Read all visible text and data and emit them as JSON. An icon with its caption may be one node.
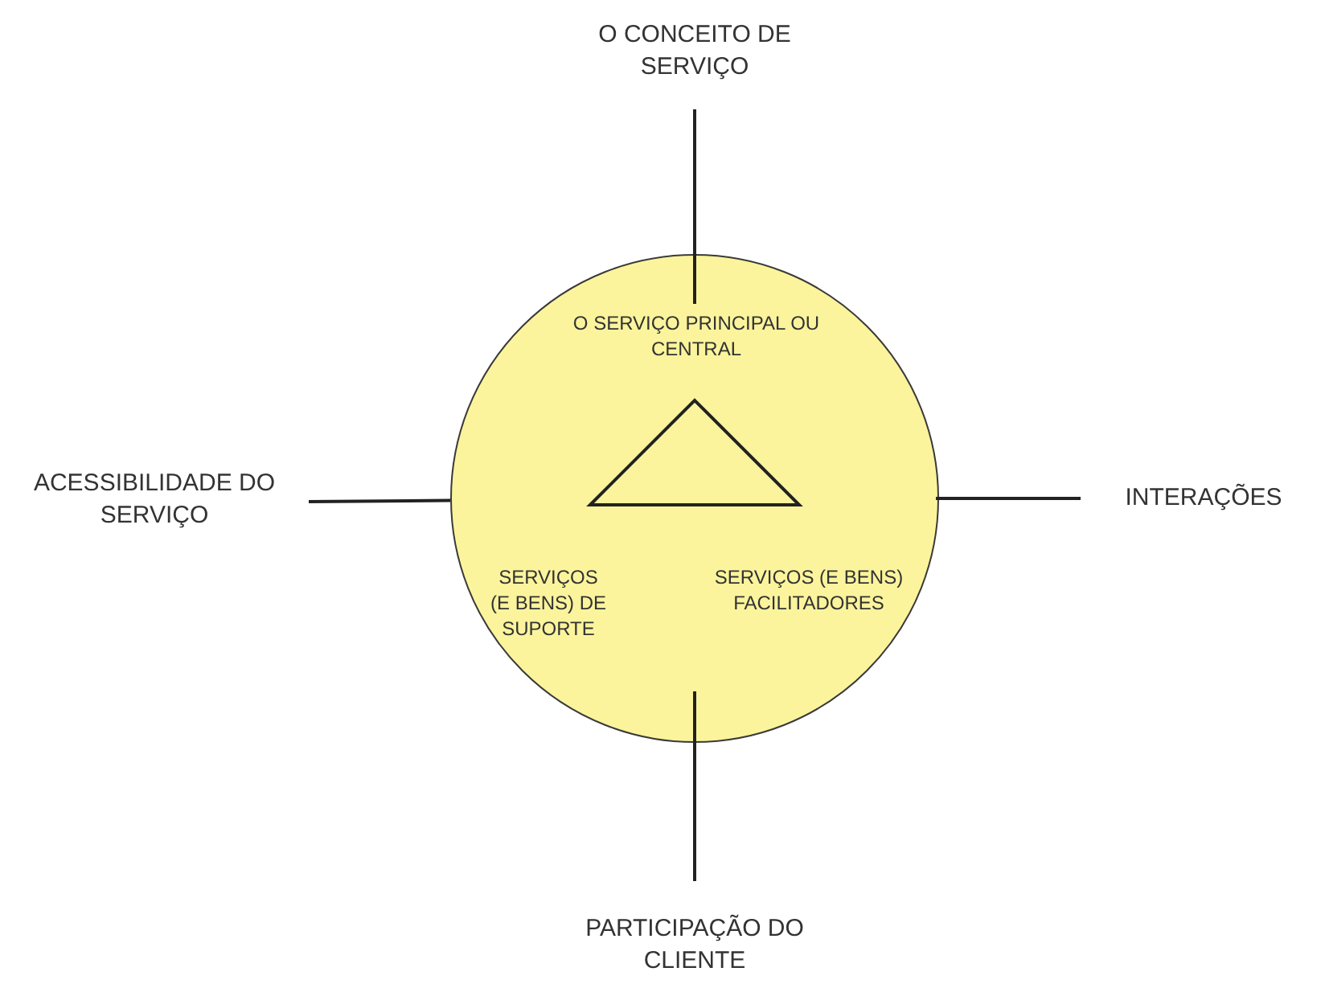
{
  "diagram": {
    "nodes": [
      {
        "text": [
          "O SERVIÇO PRINCIPAL OU CENTRAL",
          "SERVIÇOS (E BENS) DE SUPORTE",
          "SERVIÇOS (E BENS) FACILITADORES"
        ]
      },
      {
        "text": [
          "O CONCEITO DE SERVIÇO"
        ]
      },
      {
        "text": [
          "ACESSIBILIDADE DO SERVIÇO"
        ]
      },
      {
        "text": [
          "INTERAÇÕES"
        ]
      },
      {
        "text": [
          "PARTICIPAÇÃO DO CLIENTE"
        ]
      },
      {
        "text": [],
        "shape": "triangle",
        "in": 0
      }
    ],
    "edges": [
      {
        "from": 1,
        "to": 0,
        "arrow": "none"
      },
      {
        "from": 2,
        "to": 0,
        "arrow": "none"
      },
      {
        "from": 3,
        "to": 0,
        "arrow": "none"
      },
      {
        "from": 4,
        "to": 0,
        "arrow": "none"
      }
    ]
  }
}
